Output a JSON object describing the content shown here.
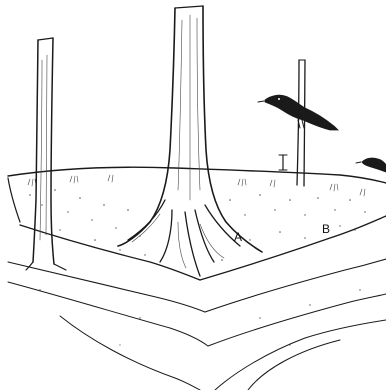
{
  "diagram": {
    "labels": {
      "a": "A",
      "b": "B",
      "c": "I"
    },
    "elements": {
      "central_tree": "tree-trunk",
      "left_tree": "tree-trunk",
      "right_pole": "perch-pole",
      "bird_large": "blackbird-icon",
      "bird_small": "blackbird-icon"
    }
  }
}
